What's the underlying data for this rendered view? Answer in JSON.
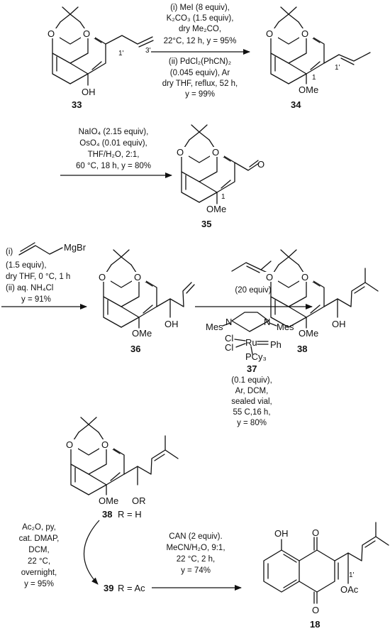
{
  "atoms": {
    "O": "O",
    "OH": "OH",
    "OMe": "OMe",
    "OR": "OR",
    "OAc": "OAc",
    "MgBr": "MgBr",
    "Mes": "Mes",
    "N": "N",
    "Ru": "Ru",
    "Cl": "Cl",
    "PCy3": "PCy₃",
    "Ph": "Ph",
    "pos1": "1",
    "pos1p": "1'",
    "pos3p": "3'"
  },
  "step1": {
    "conditions": [
      "(i) MeI (8 equiv),",
      "K₂CO₃ (1.5 equiv),",
      "dry Me₂CO,",
      "22°C, 12 h, y = 95%",
      "(ii) PdCl₂(PhCN)₂",
      "(0.045 equiv), Ar",
      "dry THF, reflux, 52 h,",
      "y = 99%"
    ]
  },
  "step2": {
    "conditions": [
      "NaIO₄ (2.15 equiv),",
      "OsO₄ (0.01 equiv),",
      "THF/H₂O, 2:1,",
      "60 °C, 18 h, y = 80%"
    ]
  },
  "step3": {
    "conditions": [
      "(i)",
      "(1.5 equiv),",
      "dry THF, 0 °C, 1 h",
      "(ii) aq. NH₄Cl",
      "y = 91%"
    ]
  },
  "step4": {
    "reagent_equiv": "(20 equiv)",
    "conditions": [
      "(0.1 equiv),",
      "Ar, DCM,",
      "sealed vial,",
      "55 C,16 h,",
      "y = 80%"
    ]
  },
  "step5": {
    "conditions": [
      "Ac₂O, py,",
      "cat. DMAP,",
      "DCM,",
      "22 °C,",
      "overnight,",
      "y = 95%"
    ]
  },
  "step6": {
    "conditions": [
      "CAN (2 equiv).",
      "MeCN/H₂O, 9:1,",
      "22 °C, 2 h,",
      "y = 74%"
    ]
  },
  "compounds": {
    "c33": "33",
    "c34": "34",
    "c35": "35",
    "c36": "36",
    "c37": "37",
    "c38": "38",
    "c38b": "38",
    "c38b_r": "R = H",
    "c39": "39",
    "c39_r": "R = Ac",
    "c18": "18"
  }
}
